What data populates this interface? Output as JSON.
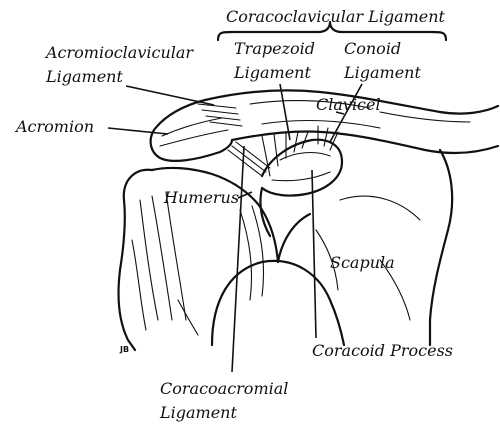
{
  "labels": {
    "coracoclavicular": "Coracoclavicular Ligament",
    "trapezoid_1": "Trapezoid",
    "trapezoid_2": "Ligament",
    "conoid_1": "Conoid",
    "conoid_2": "Ligament",
    "acromioclavicular_1": "Acromioclavicular",
    "acromioclavicular_2": "Ligament",
    "clavicle": "Clavicel",
    "acromion": "Acromion",
    "humerus": "Humerus",
    "scapula": "Scapula",
    "coracoid_process": "Coracoid Process",
    "coracoacromial_1": "Coracoacromial",
    "coracoacromial_2": "Ligament",
    "artist_initials": "JB"
  },
  "colors": {
    "ink": "#111111",
    "background": "#ffffff"
  }
}
